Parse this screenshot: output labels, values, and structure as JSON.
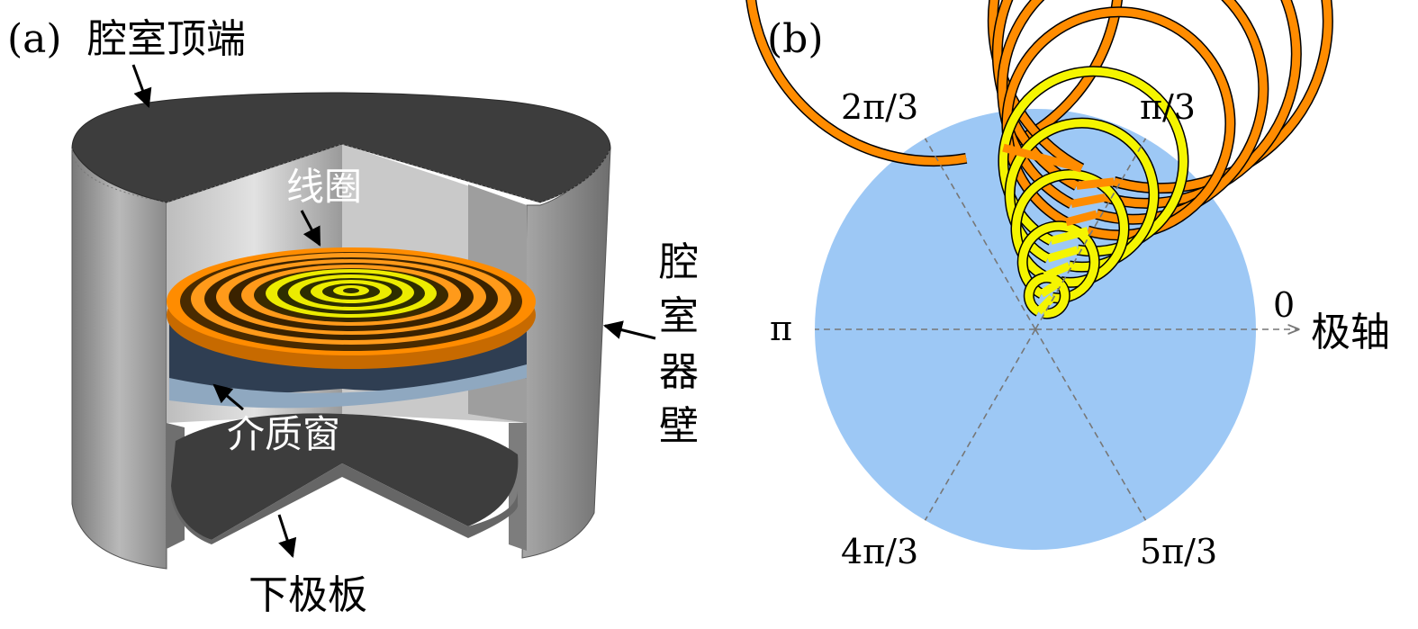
{
  "panel_a": {
    "tag": "(a)",
    "top_label": "腔室顶端",
    "coil_label": "线圈",
    "window_label": "介质窗",
    "wall_label_chars": [
      "腔",
      "室",
      "器",
      "壁"
    ],
    "bottom_label": "下极板"
  },
  "panel_b": {
    "tag": "(b)",
    "angle_labels": {
      "a0": "0",
      "a60": "π/3",
      "a120": "2π/3",
      "a180": "π",
      "a240": "4π/3",
      "a300": "5π/3"
    },
    "axis_label": "极轴"
  },
  "colors": {
    "cavity_dark": "#3d3d3d",
    "wall_gray": "#8f8f8f",
    "coil_orange": "#ff8c00",
    "coil_yellow": "#f5f500",
    "window_blue": "#8fa8c0",
    "disk_blue": "#9dc8f5",
    "dash_gray": "#777777"
  },
  "icons": [
    "arrow-icon"
  ]
}
